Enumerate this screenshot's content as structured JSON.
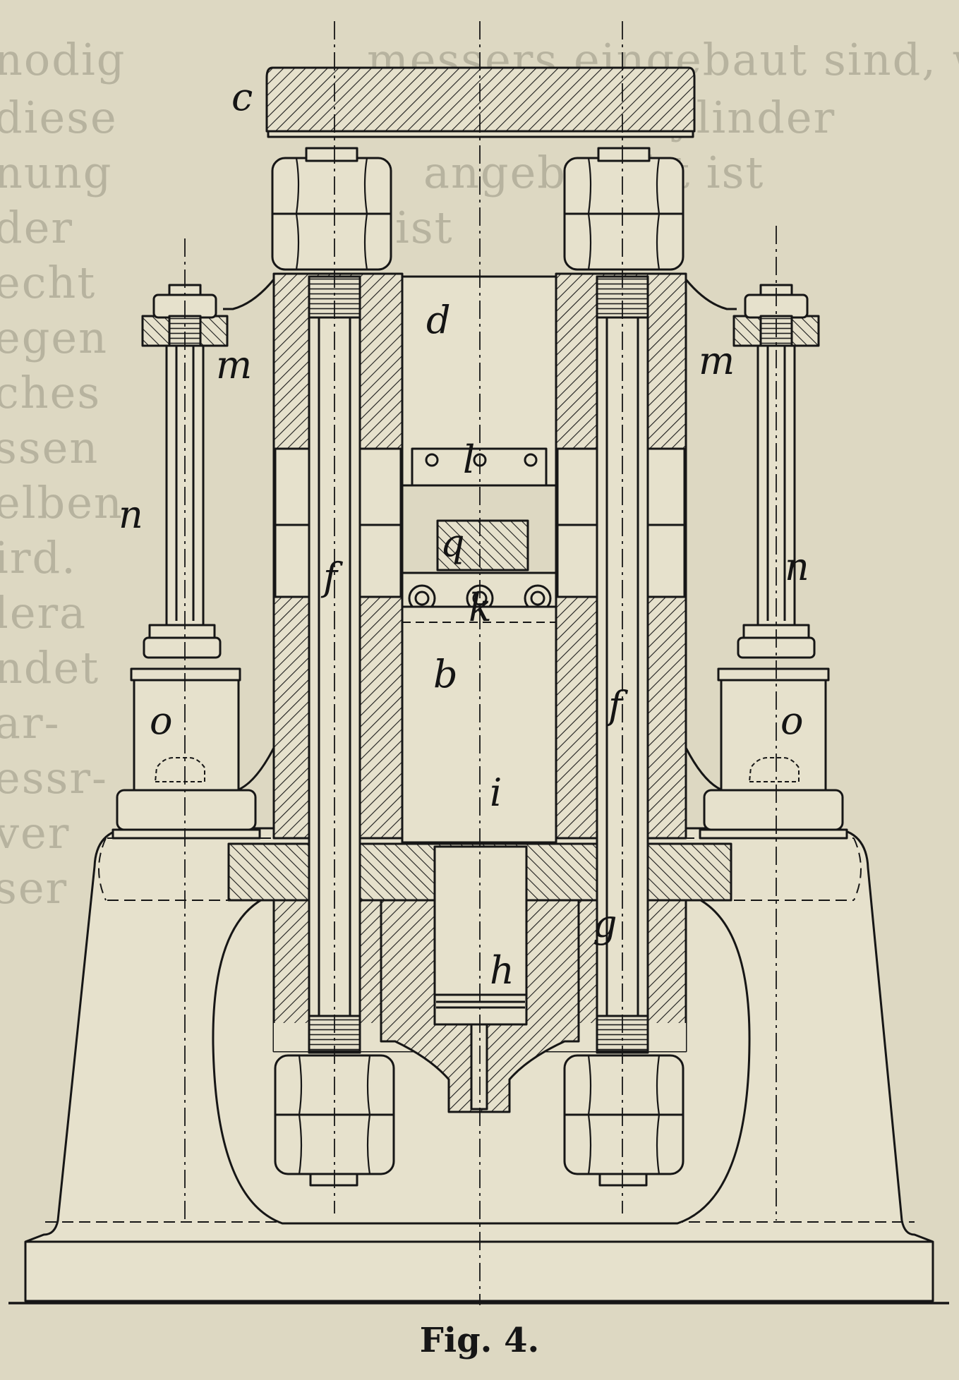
{
  "figure": {
    "caption": "Fig. 4.",
    "labels": {
      "c": "c",
      "d": "d",
      "l": "l",
      "q": "q",
      "k": "k",
      "b": "b",
      "i": "i",
      "g": "g",
      "h": "h",
      "f_left": "f",
      "f_right": "f",
      "m_left": "m",
      "m_right": "m",
      "n_left": "n",
      "n_right": "n",
      "o_left": "o",
      "o_right": "o"
    }
  },
  "bleed_through_text": {
    "left_column": [
      "nodig",
      "diese",
      "nung",
      "der",
      "echt",
      "egen",
      "ches",
      "ssen",
      "elben",
      "ird.",
      "lera",
      "ndet",
      "ar-",
      "essr-",
      "ver",
      "ser"
    ],
    "right_column": [
      "messers eingebaut sind, während",
      "Hebel am Cylinder",
      "angebracht ist",
      "ist"
    ]
  },
  "colors": {
    "paper": "#ddd8c2",
    "ink": "#141414",
    "bleed": "#7c7868"
  }
}
